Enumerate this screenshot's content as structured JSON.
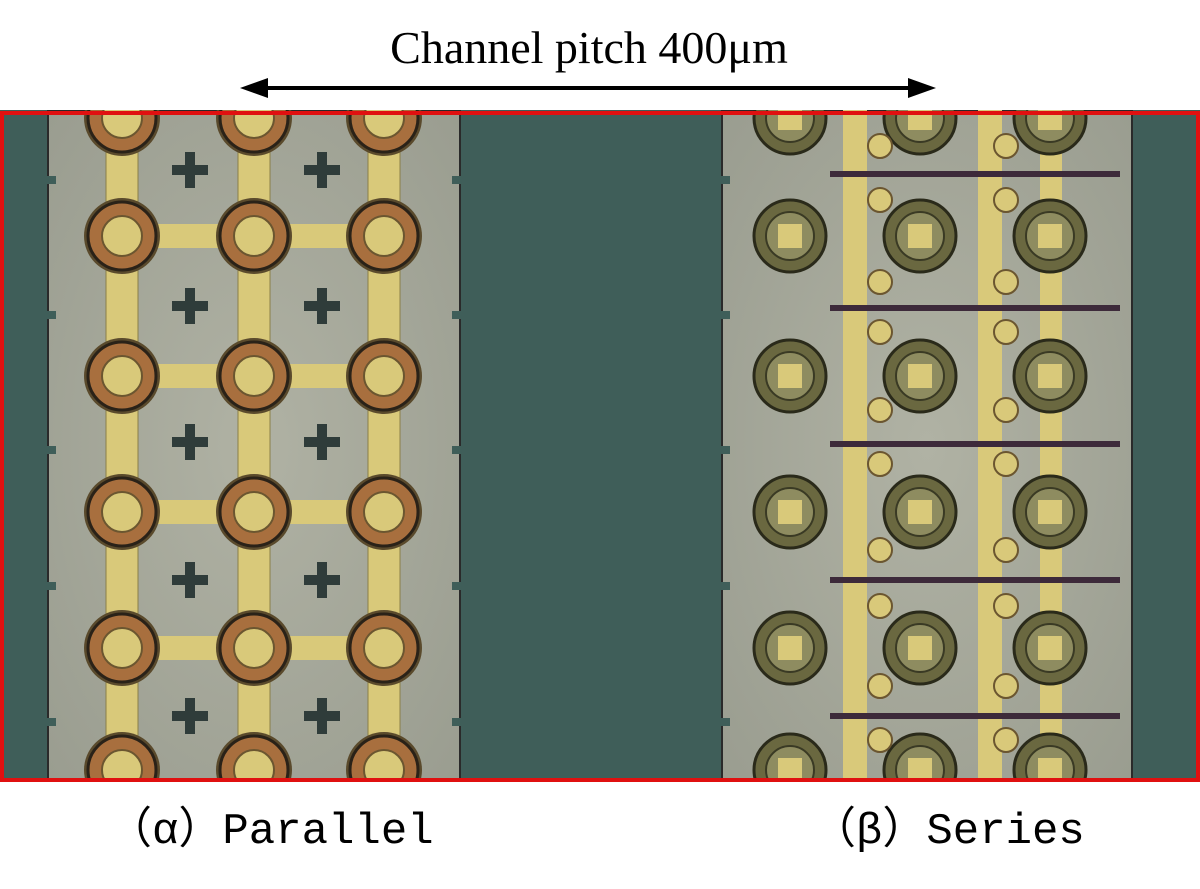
{
  "figure": {
    "title": "Channel pitch 400μm",
    "caption_parallel": "（α）Parallel",
    "caption_series": "（β）Series"
  },
  "colors": {
    "highlight_box": "#e01010",
    "background_substrate": "#3f5e59",
    "channel_body": "#a8aa9c",
    "gold_trace": "#d9c97a",
    "pad_ring": "#a86f3e"
  },
  "icons": {
    "pitch_arrow": "double-headed-arrow-icon",
    "alignment_mark": "cross-mark-icon"
  }
}
